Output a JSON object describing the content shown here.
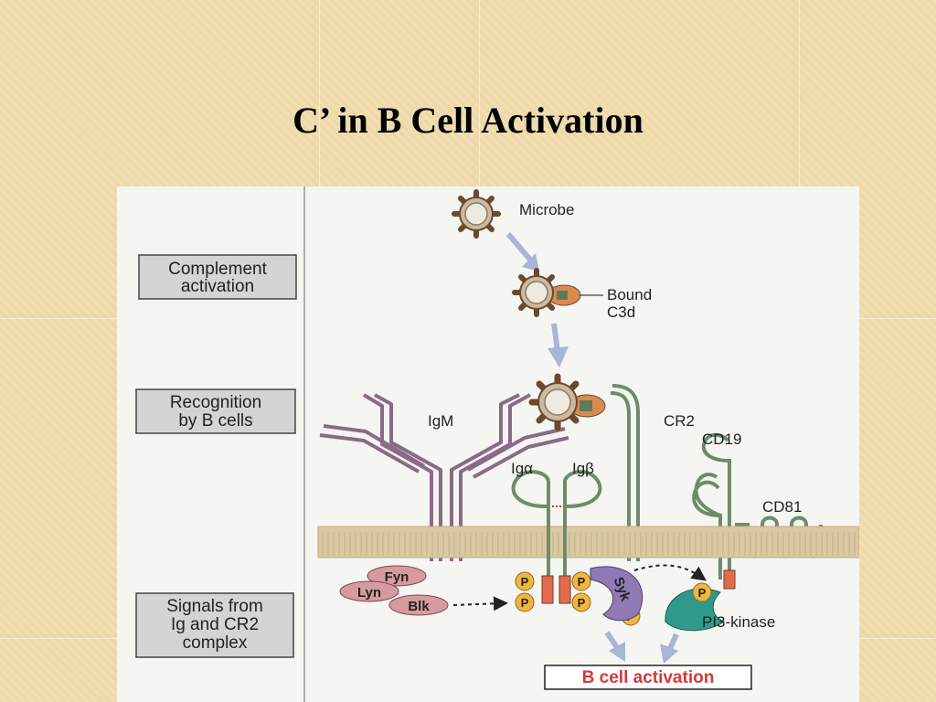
{
  "slide": {
    "title": "C’ in B Cell Activation"
  },
  "stages": [
    {
      "line1": "Complement",
      "line2": "activation",
      "line3": ""
    },
    {
      "line1": "Recognition",
      "line2": "by B cells",
      "line3": ""
    },
    {
      "line1": "Signals from",
      "line2": "Ig and CR2",
      "line3": "complex"
    }
  ],
  "labels": {
    "microbe": "Microbe",
    "bound_line1": "Bound",
    "bound_line2": "C3d",
    "igm": "IgM",
    "cr2": "CR2",
    "cd19": "CD19",
    "cd81": "CD81",
    "ig_alpha": "Igα",
    "ig_beta": "Igβ",
    "fyn": "Fyn",
    "lyn": "Lyn",
    "blk": "Blk",
    "syk": "Syk",
    "phospho": "P",
    "pi3k": "PI3-kinase",
    "outcome": "B cell activation"
  },
  "colors": {
    "membrane": "#d9c9a2",
    "igm": "#8a6a86",
    "receptor_green": "#6d8c6a",
    "c3d": "#d98a4e",
    "microbe_spike": "#6b4a2e",
    "kinase_pink": "#d79aa0",
    "phospho": "#f2b63c",
    "syk": "#8f7ab5",
    "pi3k": "#2f9a8a",
    "arrow": "#a9b4d6",
    "outcome_red": "#d23a3a"
  }
}
